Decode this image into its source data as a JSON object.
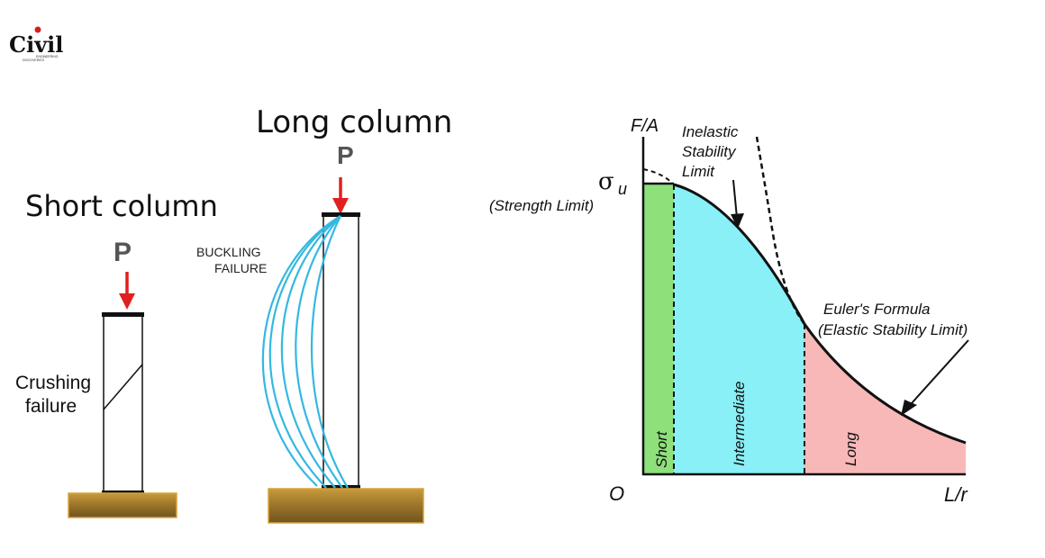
{
  "logo": {
    "text": "Civil",
    "subtext_a": "ENGINEERING",
    "subtext_b": "DISCOVERIES"
  },
  "short_column": {
    "title": "Short column",
    "load_label": "P",
    "failure_label_line1": "Crushing",
    "failure_label_line2": "failure"
  },
  "long_column": {
    "title": "Long column",
    "load_label": "P",
    "failure_label_line1": "BUCKLING",
    "failure_label_line2": "FAILURE"
  },
  "graph": {
    "y_axis_label": "F/A",
    "x_axis_label": "L/r",
    "origin_label": "O",
    "sigma_symbol": "σ",
    "sigma_subscript": "u",
    "strength_limit_label": "(Strength Limit)",
    "inelastic_line1": "Inelastic",
    "inelastic_line2": "Stability",
    "inelastic_line3": "Limit",
    "euler_line1": "Euler's Formula",
    "euler_line2": "(Elastic Stability Limit)",
    "region_short": "Short",
    "region_intermediate": "Intermediate",
    "region_long": "Long"
  },
  "colors": {
    "load_arrow": "#e02020",
    "buckling_lines": "#35b8e0",
    "short_region": "#8ee07a",
    "intermediate_region": "#88f0f6",
    "long_region": "#f8b8b8",
    "base_block": "#b08a36"
  }
}
